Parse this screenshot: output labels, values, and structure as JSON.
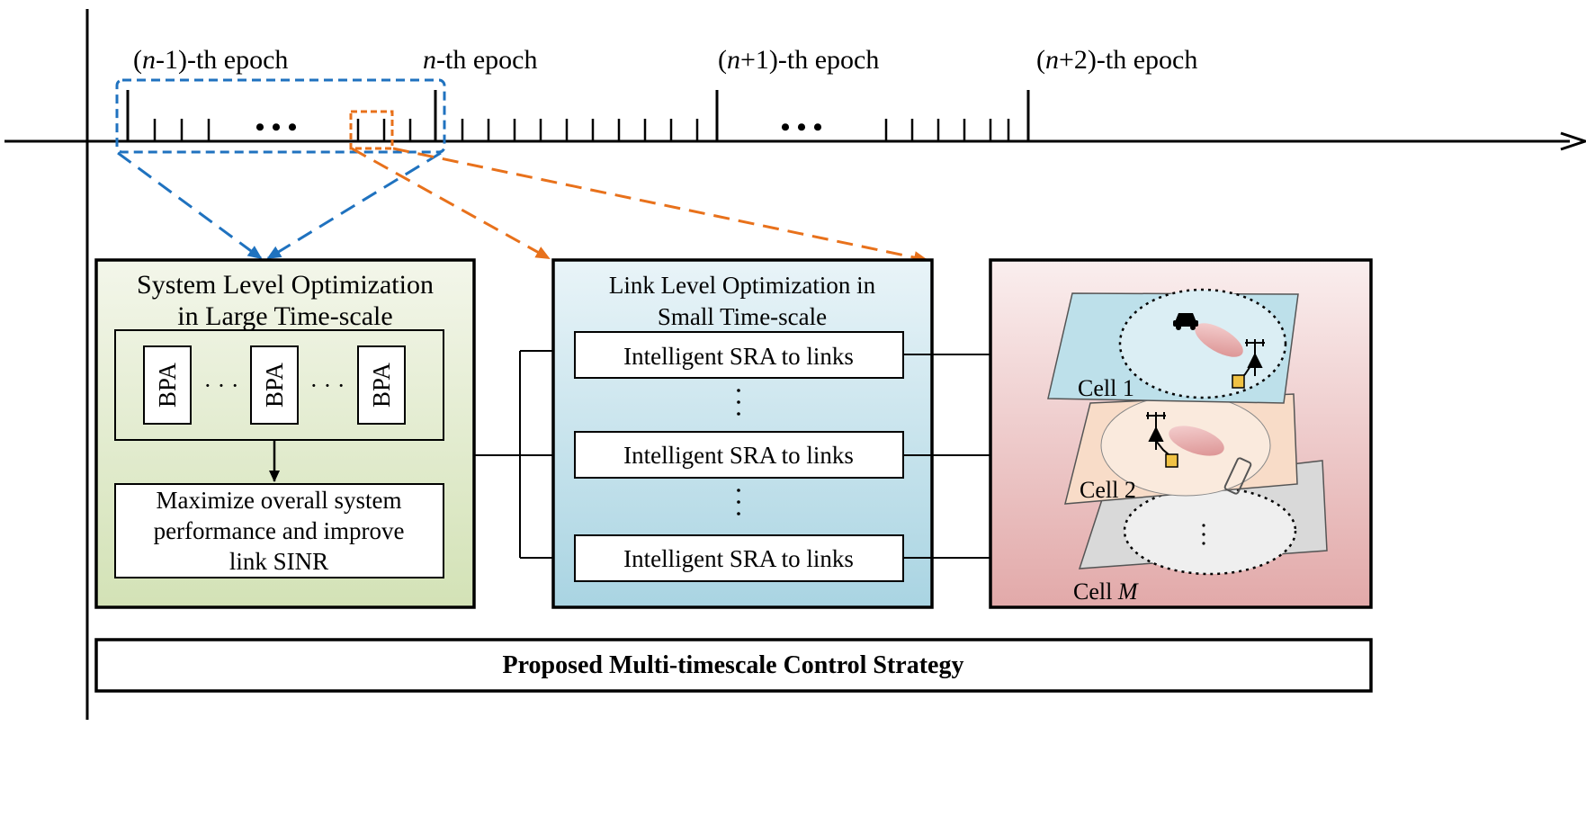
{
  "timeline": {
    "epochs": [
      {
        "prefix": "(",
        "var": "n",
        "suffix": "-1)-th epoch"
      },
      {
        "prefix": "",
        "var": "n",
        "suffix": "-th epoch"
      },
      {
        "prefix": "(",
        "var": "n",
        "suffix": "+1)-th epoch"
      },
      {
        "prefix": "(",
        "var": "n",
        "suffix": "+2)-th epoch"
      }
    ],
    "ellipsis": "• • •"
  },
  "system_box": {
    "title_line1": "System Level Optimization",
    "title_line2": "in Large Time-scale",
    "bpa_label": "BPA",
    "dots": "· · ·",
    "objective_line1": "Maximize overall system",
    "objective_line2": "performance and improve",
    "objective_line3": "link SINR"
  },
  "link_box": {
    "title_line1": "Link Level Optimization in",
    "title_line2": "Small Time-scale",
    "sra_labels": [
      "Intelligent SRA to links",
      "Intelligent SRA to links",
      "Intelligent SRA to links"
    ]
  },
  "cells_box": {
    "cell1": "Cell 1",
    "cell2": "Cell 2",
    "cellM_prefix": "Cell ",
    "cellM_var": "M"
  },
  "footer": {
    "label": "Proposed Multi-timescale Control Strategy"
  },
  "colors": {
    "blue_dashed": "#1f72bf",
    "orange_dashed": "#e8711b",
    "system_box_bg": "#dde8c8",
    "link_box_bg": "#bfe0ea",
    "cells_box_bg": "#efc6c6"
  }
}
